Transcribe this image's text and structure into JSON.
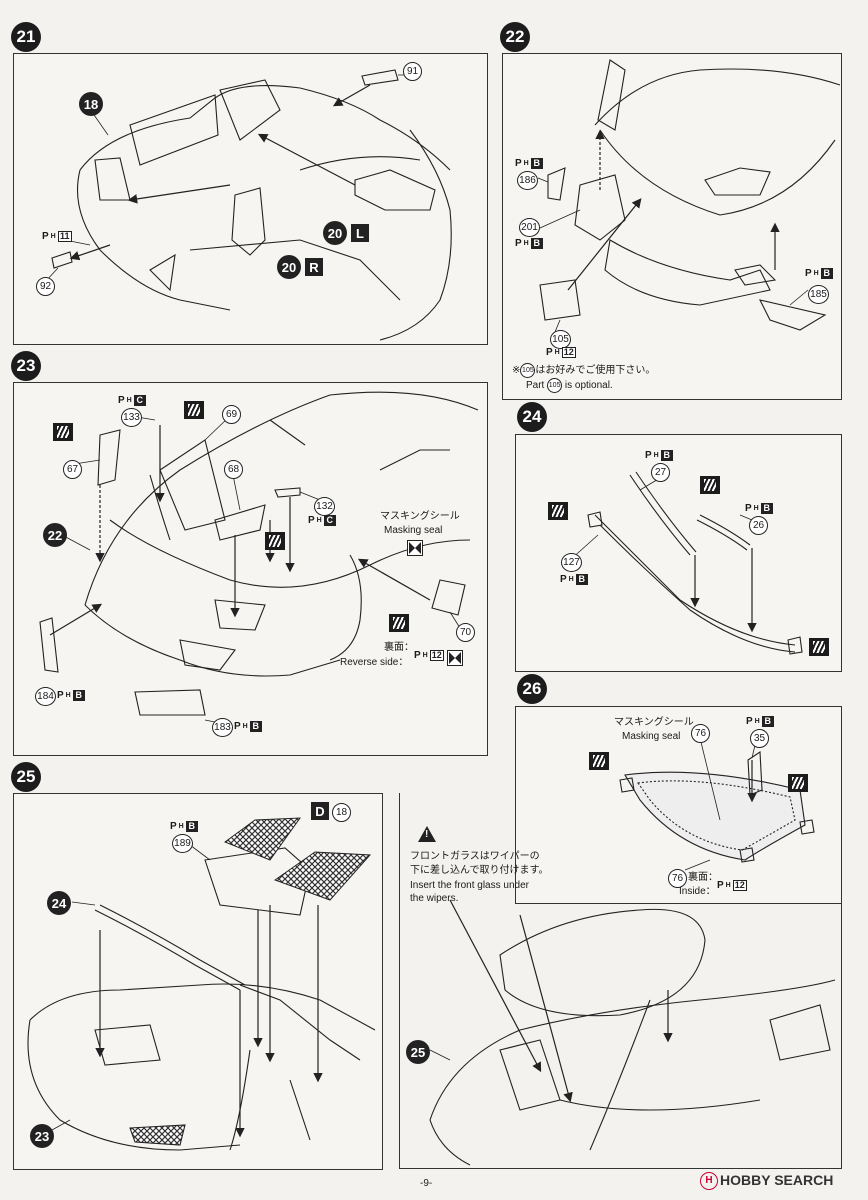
{
  "steps": {
    "s21": {
      "number": "21",
      "parts": {
        "p91": "91",
        "p18": "18",
        "p11": "11",
        "p92": "92",
        "p20l": "20",
        "p20r": "20"
      },
      "sides": {
        "left": "L",
        "right": "R"
      },
      "ph": {
        "label": "P",
        "sub": "H",
        "code": "11"
      }
    },
    "s22": {
      "number": "22",
      "parts": {
        "p186": "186",
        "p201": "201",
        "p185": "185",
        "p105": "105"
      },
      "ph_b1": {
        "label": "P",
        "sub": "H",
        "code": "B"
      },
      "ph_b2": {
        "label": "P",
        "sub": "H",
        "code": "B"
      },
      "ph_b3": {
        "label": "P",
        "sub": "H",
        "code": "B"
      },
      "ph_12": {
        "label": "P",
        "sub": "H",
        "code": "12"
      },
      "note_jp_prefix": "※",
      "note_jp_part": "105",
      "note_jp": "はお好みでご使用下さい。",
      "note_en_prefix": "Part",
      "note_en_part": "105",
      "note_en": "is optional."
    },
    "s23": {
      "number": "23",
      "parts": {
        "p133": "133",
        "p69": "69",
        "p67": "67",
        "p68": "68",
        "p132": "132",
        "p22": "22",
        "p70": "70",
        "p184": "184",
        "p183": "183"
      },
      "ph_c1": {
        "label": "P",
        "sub": "H",
        "code": "C"
      },
      "ph_c2": {
        "label": "P",
        "sub": "H",
        "code": "C"
      },
      "ph_12": {
        "label": "P",
        "sub": "H",
        "code": "12"
      },
      "ph_b1": {
        "label": "P",
        "sub": "H",
        "code": "B"
      },
      "ph_b2": {
        "label": "P",
        "sub": "H",
        "code": "B"
      },
      "mask_jp": "マスキングシール",
      "mask_en": "Masking seal",
      "reverse_jp": "裏面：",
      "reverse_en": "Reverse side："
    },
    "s24": {
      "number": "24",
      "parts": {
        "p27": "27",
        "p26": "26",
        "p127": "127"
      },
      "ph_b1": {
        "label": "P",
        "sub": "H",
        "code": "B"
      },
      "ph_b2": {
        "label": "P",
        "sub": "H",
        "code": "B"
      },
      "ph_b3": {
        "label": "P",
        "sub": "H",
        "code": "B"
      }
    },
    "s25": {
      "number": "25",
      "parts": {
        "p189": "189",
        "d18": "18",
        "p24": "24",
        "p23": "23"
      },
      "decal": "D",
      "ph_b": {
        "label": "P",
        "sub": "H",
        "code": "B"
      }
    },
    "s26": {
      "number": "26",
      "parts": {
        "p76a": "76",
        "p35": "35",
        "p76b": "76",
        "p25": "25"
      },
      "ph_b": {
        "label": "P",
        "sub": "H",
        "code": "B"
      },
      "ph_12": {
        "label": "P",
        "sub": "H",
        "code": "12"
      },
      "mask_jp": "マスキングシール",
      "mask_en": "Masking seal",
      "inside_jp": "裏面：",
      "inside_en": "Inside：",
      "warning_jp1": "フロントガラスはワイパーの",
      "warning_jp2": "下に差し込んで取り付けます。",
      "warning_en1": "Insert the front glass under",
      "warning_en2": "the wipers."
    }
  },
  "footer": {
    "page": "-9-",
    "brand": "HOBBY SEARCH",
    "brand_icon": "H"
  }
}
